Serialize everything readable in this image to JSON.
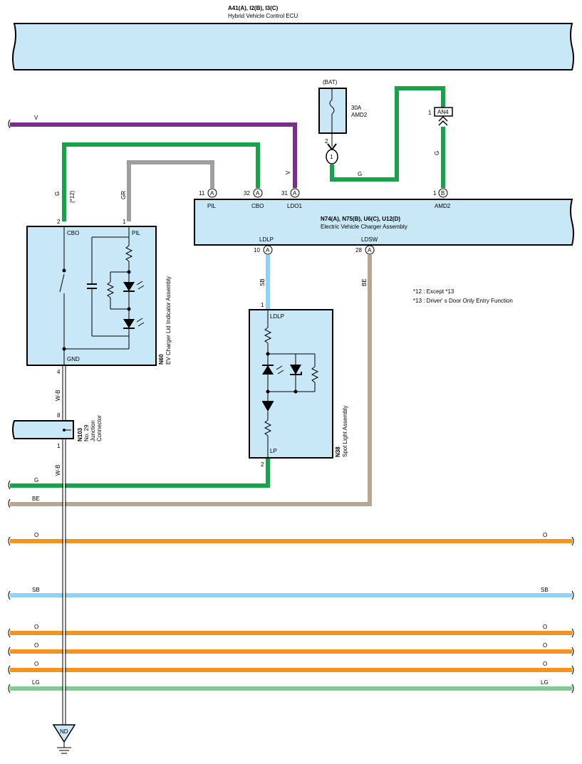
{
  "colors": {
    "V": "#7b2d8e",
    "G": "#16a34a",
    "GR": "#9e9e9e",
    "SB": "#8fd3f2",
    "BE": "#b7a690",
    "O": "#f39322",
    "LG": "#7ecb94",
    "WB": "#000000",
    "component_fill": "#c9e8f7"
  },
  "ecu": {
    "connectors": "A41(A), I2(B), I3(C)",
    "name": "Hybrid Vehicle Control ECU"
  },
  "charger": {
    "connectors": "N74(A), N75(B), U6(C), U12(D)",
    "name": "Electric Vehicle Charger Assembly",
    "top_pins": [
      {
        "num": "11",
        "conn": "A",
        "label": "PIL"
      },
      {
        "num": "32",
        "conn": "A",
        "label": "CBO"
      },
      {
        "num": "31",
        "conn": "A",
        "label": "LDO1"
      },
      {
        "num": "1",
        "conn": "B",
        "label": "AMD2"
      }
    ],
    "bottom_pins": [
      {
        "num": "10",
        "conn": "A",
        "label": "LDLP"
      },
      {
        "num": "28",
        "conn": "A",
        "label": "LDSW"
      }
    ]
  },
  "fuse": {
    "supply": "(BAT)",
    "rating": "30A",
    "name": "AMD2",
    "pin": "2",
    "splice": "1"
  },
  "an4": {
    "pin": "1",
    "label": "AN4"
  },
  "indicator": {
    "code": "N60",
    "name": "EV Charger Lid Indicator Assembly",
    "pins": {
      "cbo": "2",
      "pil": "1",
      "gnd": "4"
    },
    "labels": {
      "cbo": "CBO",
      "pil": "PIL",
      "gnd": "GND"
    }
  },
  "spot": {
    "code": "N38",
    "name": "Spot Light Assembly",
    "pins": {
      "ldlp": "1",
      "lp": "2"
    },
    "labels": {
      "ldlp": "LDLP",
      "lp": "LP"
    }
  },
  "junction": {
    "code": "N103",
    "name1": "No. 29",
    "name2": "Junction",
    "name3": "Connector",
    "pin_in": "8",
    "pin_out": "1"
  },
  "wire_labels": {
    "v": "V",
    "v2": "V",
    "g_left": "G",
    "g_note": "(*12)",
    "gr": "GR",
    "g_fuse": "G",
    "g_an4": "G",
    "sb": "SB",
    "be": "BE",
    "wb1": "W-B",
    "wb2": "W-B",
    "g_bus": "G",
    "be_bus": "BE",
    "o1": "O",
    "sb2": "SB",
    "o2": "O",
    "o3": "O",
    "o4": "O",
    "lg": "LG"
  },
  "notes": [
    "*12 : Except *13",
    "*13 : Driver' s Door Only Entry Function"
  ],
  "ground": "ND"
}
